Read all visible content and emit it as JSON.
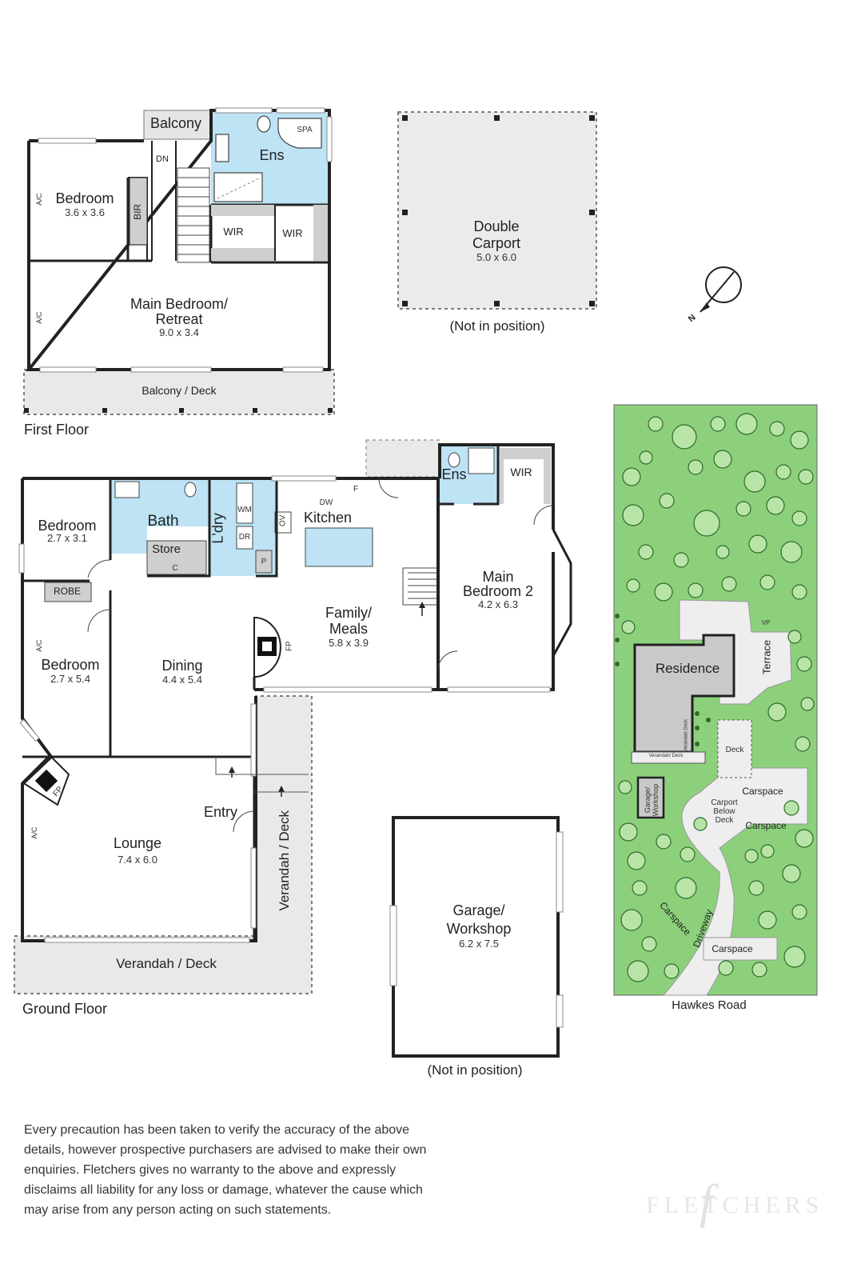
{
  "first_floor": {
    "title": "First Floor",
    "balcony_top": "Balcony",
    "ens": "Ens",
    "spa": "SPA",
    "dn": "DN",
    "bedroom": {
      "name": "Bedroom",
      "dim": "3.6 x 3.6"
    },
    "bir": "BIR",
    "ac_1": "A/C",
    "ac_2": "A/C",
    "wir_1": "WIR",
    "wir_2": "WIR",
    "main_bedroom": {
      "name": "Main Bedroom/",
      "name2": "Retreat",
      "dim": "9.0 x 3.4"
    },
    "balcony_deck": "Balcony / Deck"
  },
  "carport": {
    "name": "Double",
    "name2": "Carport",
    "dim": "5.0 x 6.0",
    "note": "(Not in position)"
  },
  "ground_floor": {
    "title": "Ground Floor",
    "bedroom_1": {
      "name": "Bedroom",
      "dim": "2.7 x 3.1"
    },
    "bath": "Bath",
    "store": "Store",
    "c": "C",
    "ldry": "L'dry",
    "wm": "WM",
    "dr": "DR",
    "ov": "OV",
    "p": "P",
    "dw": "DW",
    "f": "F",
    "kitchen": "Kitchen",
    "ens": "Ens",
    "wir": "WIR",
    "robe": "ROBE",
    "main_bedroom_2": {
      "name": "Main",
      "name2": "Bedroom 2",
      "dim": "4.2 x 6.3"
    },
    "family": {
      "name": "Family/",
      "name2": "Meals",
      "dim": "5.8 x 3.9"
    },
    "fp_1": "FP",
    "fp_2": "FP",
    "ac_1": "A/C",
    "ac_2": "A/C",
    "bedroom_2": {
      "name": "Bedroom",
      "dim": "2.7 x 5.4"
    },
    "dining": {
      "name": "Dining",
      "dim": "4.4 x 5.4"
    },
    "entry": "Entry",
    "lounge": {
      "name": "Lounge",
      "dim": "7.4 x 6.0"
    },
    "verandah_side": "Verandah / Deck",
    "verandah_bottom": "Verandah / Deck"
  },
  "garage": {
    "name": "Garage/",
    "name2": "Workshop",
    "dim": "6.2 x 7.5",
    "note": "(Not in position)"
  },
  "site": {
    "residence": "Residence",
    "terrace": "Terrace",
    "deck": "Deck",
    "garage_workshop": "Garage/ Workshop",
    "carport_below": "Carport",
    "carport_below2": "Below",
    "carport_below3": "Deck",
    "carspace_1": "Carspace",
    "carspace_2": "Carspace",
    "carspace_3": "Carspace",
    "carspace_4": "Carspace",
    "driveway": "Driveway",
    "verandah_deck": "Verandah/ Deck",
    "verandah_deck_v": "Verandah Deck",
    "vp": "VP",
    "road": "Hawkes Road"
  },
  "compass": {
    "north": "N"
  },
  "disclaimer": [
    "Every precaution has been taken to verify the accuracy of the above",
    "details, however prospective purchasers are advised to make their own",
    "enquiries. Fletchers gives no warranty to the above and expressly",
    "disclaims all liability for any loss or damage, whatever the cause which",
    "may arise from any person acting on such statements."
  ],
  "brand": "FLETCHERS",
  "brand_mark": "f",
  "colors": {
    "wet_area": "#bde3f5",
    "deck": "#e9e9e9",
    "wall": "#222222",
    "site_green": "#8cd07c",
    "cabinetry": "#cfcfcf"
  }
}
